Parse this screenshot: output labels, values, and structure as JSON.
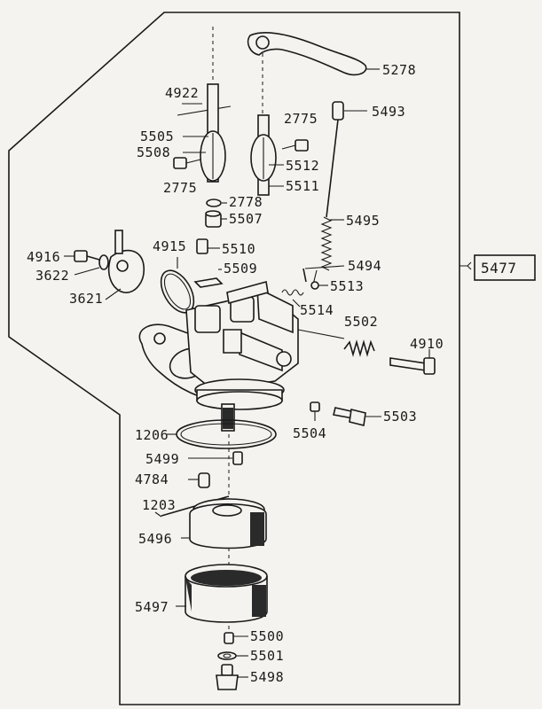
{
  "assembly_label": "5477",
  "parts": {
    "p5278": "5278",
    "p4922": "4922",
    "p5493": "5493",
    "p2775a": "2775",
    "p5505": "5505",
    "p5508": "5508",
    "p5512": "5512",
    "p2775b": "2775",
    "p5511": "5511",
    "p2778": "2778",
    "p5507": "5507",
    "p5495": "5495",
    "p4916": "4916",
    "p4915": "4915",
    "p5510": "5510",
    "p3622": "3622",
    "p5509": "5509",
    "p5494": "5494",
    "p5513": "5513",
    "p3621": "3621",
    "p5514": "5514",
    "p5502": "5502",
    "p4910": "4910",
    "p5503": "5503",
    "p5504": "5504",
    "p1206": "1206",
    "p5499": "5499",
    "p4784": "4784",
    "p1203": "1203",
    "p5496": "5496",
    "p5497": "5497",
    "p5500": "5500",
    "p5501": "5501",
    "p5498": "5498"
  }
}
